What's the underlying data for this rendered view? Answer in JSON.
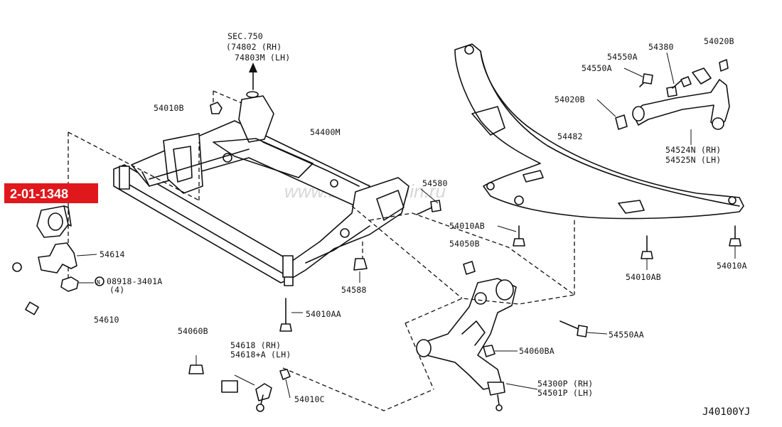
{
  "diagram": {
    "figure_code": "J40100YJ",
    "watermark": "www.bogdanshin.ru",
    "highlight": {
      "label": "2-01-1348",
      "color": "#e0171b"
    },
    "labels": {
      "sec750": "SEC.750",
      "sec750_rh": "(74802 (RH)",
      "sec750_lh": "74803M (LH)",
      "p54010B": "54010B",
      "p54400M": "54400M",
      "p54580_top": "54580",
      "p54614": "54614",
      "p08918": "08918-3401A",
      "p08918_qty": "(4)",
      "p54610": "54610",
      "p54060B": "54060B",
      "p54618_rh": "54618 (RH)",
      "p54618_lh": "54618+A (LH)",
      "p54010C": "54010C",
      "p54010AA": "54010AA",
      "p54588": "54588",
      "p54010AB_left": "54010AB",
      "p54050B": "54050B",
      "p54550AA": "54550AA",
      "p54060BA": "54060BA",
      "p54300P_rh": "54300P (RH)",
      "p54501P_lh": "54501P (LH)",
      "p54482": "54482",
      "p54010AB_right": "54010AB",
      "p54010A": "54010A",
      "p54380": "54380",
      "p54550A_a": "54550A",
      "p54550A_b": "54550A",
      "p54020B_top": "54020B",
      "p54020B_mid": "54020B",
      "p54524N_rh": "54524N (RH)",
      "p54525N_lh": "54525N (LH)"
    }
  }
}
